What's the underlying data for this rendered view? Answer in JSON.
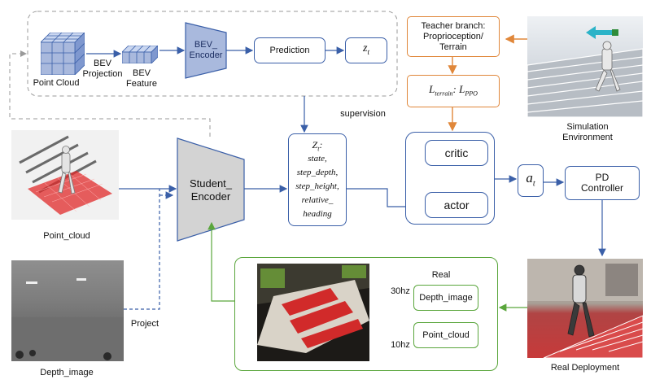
{
  "labels": {
    "point_cloud_top": "Point Cloud",
    "bev_projection": "BEV\nProjection",
    "bev_feature": "BEV\nFeature",
    "bev_encoder": "BEV_\nEncoder",
    "prediction": "Prediction",
    "z_t_small": "z",
    "z_t_sub": "t",
    "supervision": "supervision",
    "teacher_branch": "Teacher branch:\nProprioception/\nTerrain",
    "loss_main": "L",
    "loss_terrain_sub": "terrain",
    "loss_sep": ": L",
    "loss_ppo_sub": "PPO",
    "simulation_env": "Simulation\nEnvironment",
    "student_encoder": "Student_\nEncoder",
    "Z_big": "Z",
    "Z_sub": "t",
    "Z_colon": ":",
    "z_items": [
      "state,",
      "step_depth,",
      "step_height,",
      "relative_",
      "heading"
    ],
    "critic": "critic",
    "actor": "actor",
    "a_main": "a",
    "a_sub": "t",
    "pd_controller": "PD\nController",
    "point_cloud_left": "Point_cloud",
    "depth_image_left": "Depth_image",
    "project": "Project",
    "real": "Real",
    "hz30": "30hz",
    "hz10": "10hz",
    "depth_image_box": "Depth_image",
    "point_cloud_box": "Point_cloud",
    "real_deployment": "Real Deployment"
  },
  "colors": {
    "blue_line": "#3a5fa8",
    "orange_line": "#e0873a",
    "green_line": "#5aa63c",
    "encoder_fill": "#a9b9dd",
    "student_fill": "#d3d3d3",
    "dashed_gray": "#9a9a9a"
  }
}
